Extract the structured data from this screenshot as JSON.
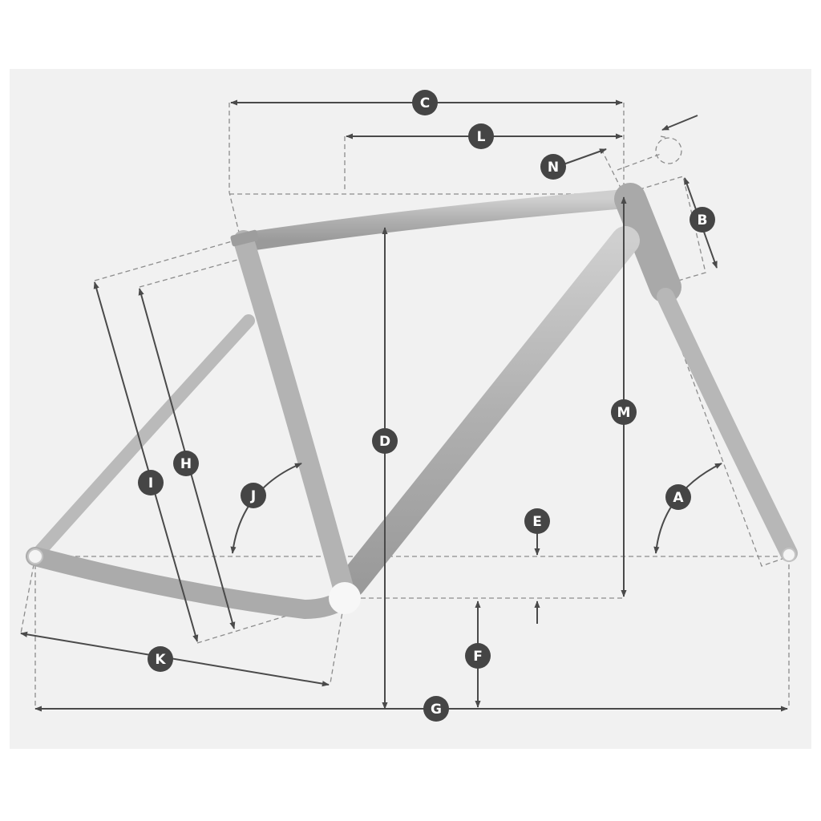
{
  "diagram": {
    "type": "bicycle-frame-geometry",
    "background": "#f1f1f1",
    "frame_color": "#b4b4b4",
    "marker_color": "#454545",
    "labels": [
      "A",
      "B",
      "C",
      "D",
      "E",
      "F",
      "G",
      "H",
      "I",
      "J",
      "K",
      "L",
      "M",
      "N"
    ],
    "markers": {
      "A": "A",
      "B": "B",
      "C": "C",
      "D": "D",
      "E": "E",
      "F": "F",
      "G": "G",
      "H": "H",
      "I": "I",
      "J": "J",
      "K": "K",
      "L": "L",
      "M": "M",
      "N": "N"
    }
  }
}
